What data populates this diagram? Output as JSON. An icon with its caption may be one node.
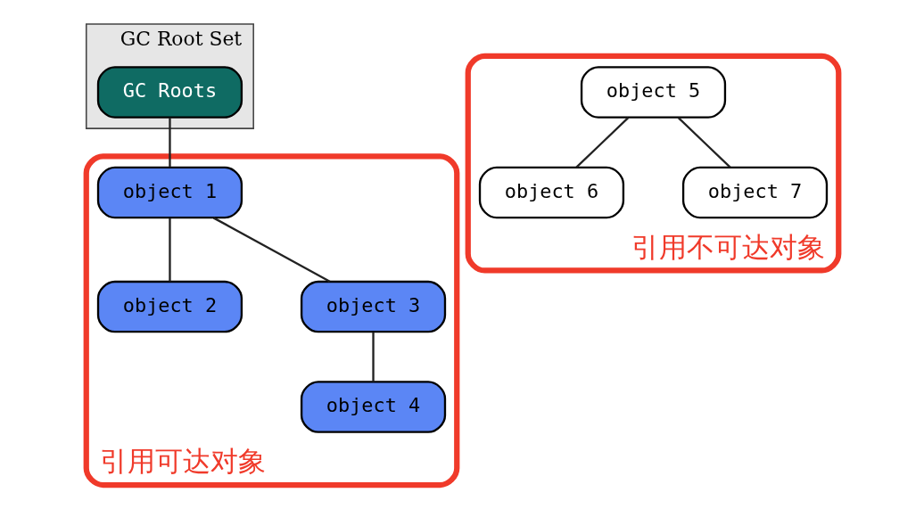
{
  "diagram": {
    "nodes": [
      {
        "text": [
          "GC Root Set"
        ]
      },
      {
        "text": [
          "GC Roots"
        ],
        "in": 0
      },
      {
        "text": [
          "引用可达对象"
        ]
      },
      {
        "text": [
          "object 1"
        ],
        "in": 2
      },
      {
        "text": [
          "object 2"
        ],
        "in": 2
      },
      {
        "text": [
          "object 3"
        ],
        "in": 2
      },
      {
        "text": [
          "object 4"
        ],
        "in": 2
      },
      {
        "text": [
          "引用不可达对象"
        ]
      },
      {
        "text": [
          "object 5"
        ],
        "in": 7
      },
      {
        "text": [
          "object 6"
        ],
        "in": 7
      },
      {
        "text": [
          "object 7"
        ],
        "in": 7
      }
    ],
    "edges": [
      {
        "from": 1,
        "to": 3,
        "arrow": "none"
      },
      {
        "from": 3,
        "to": 4,
        "arrow": "none"
      },
      {
        "from": 3,
        "to": 5,
        "arrow": "none"
      },
      {
        "from": 5,
        "to": 6,
        "arrow": "none"
      },
      {
        "from": 8,
        "to": 9,
        "arrow": "none"
      },
      {
        "from": 8,
        "to": 10,
        "arrow": "none"
      }
    ]
  }
}
